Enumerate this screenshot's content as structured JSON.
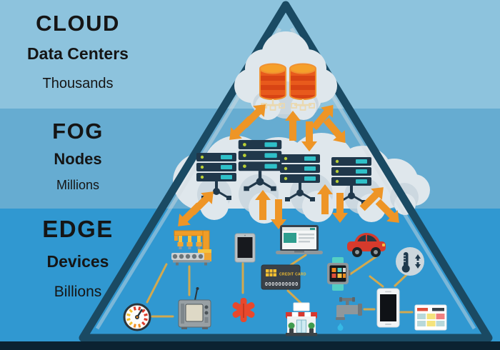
{
  "tiers": [
    {
      "name": "cloud",
      "title": "CLOUD",
      "subtitle": "Data Centers",
      "scale": "Thousands"
    },
    {
      "name": "fog",
      "title": "FOG",
      "subtitle": "Nodes",
      "scale": "Millions"
    },
    {
      "name": "edge",
      "title": "EDGE",
      "subtitle": "Devices",
      "scale": "Billions"
    }
  ],
  "credit_card": {
    "label": "CREDIT CARD",
    "number": "0000000000"
  },
  "structure": {
    "cloud_tier_icons": [
      "database-icon",
      "database-icon"
    ],
    "fog_tier_icons": [
      "server-rack-icon",
      "server-rack-icon",
      "server-rack-icon",
      "server-rack-icon"
    ],
    "edge_tier_icons": [
      "factory-machine-icon",
      "tablet-icon",
      "laptop-icon",
      "car-icon",
      "credit-card-icon",
      "smartwatch-icon",
      "thermometer-icon",
      "gauge-icon",
      "tv-icon",
      "medical-star-icon",
      "store-icon",
      "faucet-icon",
      "smartphone-icon",
      "browser-window-icon"
    ],
    "arrow_pairs_cloud_fog": 3,
    "arrow_pairs_fog_edge": 4
  },
  "colors": {
    "band_cloud": "#8dc3dd",
    "band_fog": "#66acd1",
    "band_edge": "#3098d1",
    "footer": "#0b2231",
    "pyramid_outline": "#1a4a63",
    "cloud_fill": "#dfe7ec",
    "cloud_shade": "#c9d6de",
    "arrow_orange": "#ee9526",
    "connector_tan": "#d2a94f",
    "server_navy": "#20384b",
    "server_teal": "#2fc0c8",
    "database_orange": "#e85a1c",
    "text": "#151515"
  }
}
